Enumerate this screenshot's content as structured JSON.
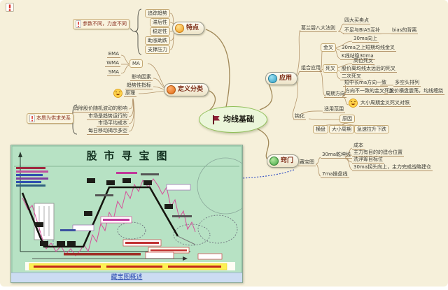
{
  "center": {
    "label": "均线基础"
  },
  "tedian": {
    "label": "特点",
    "items": [
      "追踪趋势",
      "滞后性",
      "稳定性",
      "助涨助跌",
      "支撑压力"
    ],
    "note": "参数不同，力度不同"
  },
  "dingyi": {
    "label": "定义分类",
    "ma": "MA",
    "ma_types": [
      "EMA",
      "WMA",
      "SMA"
    ],
    "factor": "影响因素",
    "indicator": "趋势性指标",
    "yuanli": {
      "label": "原理",
      "note": "本质为供求关系",
      "items": [
        "消除股价随机波动的影响",
        "市场是趋势运行的",
        "市场平均成本",
        "每日移动揭示多空"
      ]
    }
  },
  "yingyong": {
    "label": "应用",
    "gelanbi": {
      "label": "葛兰碧八大法则",
      "items": [
        "四大买卖点",
        "不足与BIAS互补"
      ],
      "bias": "bias的背离"
    },
    "zuhe": {
      "label": "组合应用",
      "jincha": {
        "label": "金叉",
        "items": [
          "30ma向上",
          "30ma之上短期均线金叉",
          "K线站稳30ma"
        ]
      },
      "sicha": {
        "label": "死叉",
        "items": [
          "高位死叉",
          "股价离均线太远后的死叉",
          "二次死叉"
        ]
      },
      "zhouqi": {
        "label": "周期方向",
        "items": [
          "短中长ma方向一致",
          "方向不一致的金叉死叉",
          "大小周期金叉死叉对照"
        ],
        "results": [
          "多空头排列",
          "股价横盘震荡，均线缠绕"
        ]
      }
    },
    "dunhua": {
      "label": "钝化",
      "scope": "适用范围",
      "reason": "原因",
      "items": [
        "横盘",
        "大小周期",
        "急速拉升下跌"
      ]
    }
  },
  "qiaomen": {
    "label": "窍门",
    "map_label": "藏宝图",
    "qiankun": {
      "label": "30ma乾坤线",
      "items": [
        "成本",
        "主力有目的的建仓位置",
        "洗浮筹目标位",
        "30ma拐头向上，主力完成战略建仓"
      ]
    },
    "caopan": "7ma操盘线"
  },
  "embed": {
    "title": "股市寻宝图",
    "footer": "藏宝图概述"
  },
  "colors": {
    "accent_green": "#8fbf57",
    "node_text": "#7c2a14",
    "embed_bg": "#b7e2c4",
    "arrow_blue": "#3a56c4"
  }
}
